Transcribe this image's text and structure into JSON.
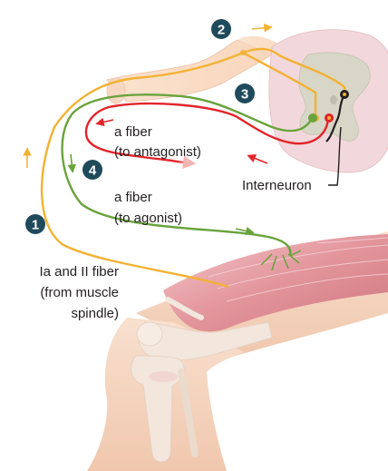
{
  "badges": [
    "1",
    "2",
    "3",
    "4"
  ],
  "labels": {
    "a_fiber_antagonist": [
      "a fiber",
      "(to antagonist)"
    ],
    "a_fiber_agonist": [
      "a fiber",
      "(to agonist)"
    ],
    "interneuron": "Interneuron",
    "ia_ii_fiber": [
      "Ia and II fiber",
      "(from muscle",
      "spindle)"
    ]
  },
  "colors": {
    "ia_ii_fiber": "#f2b233",
    "agonist_fiber": "#6aa33c",
    "antagonist_fiber": "#e2242b",
    "interneuron": "#231f20",
    "badge": "#1f4a5c",
    "muscle": "#e7a3a8",
    "bone": "#f3e6dc",
    "skin": "#f5d2bd",
    "spinal_cord_white": "#f2d8dc",
    "spinal_cord_gray": "#d8d6c6"
  }
}
